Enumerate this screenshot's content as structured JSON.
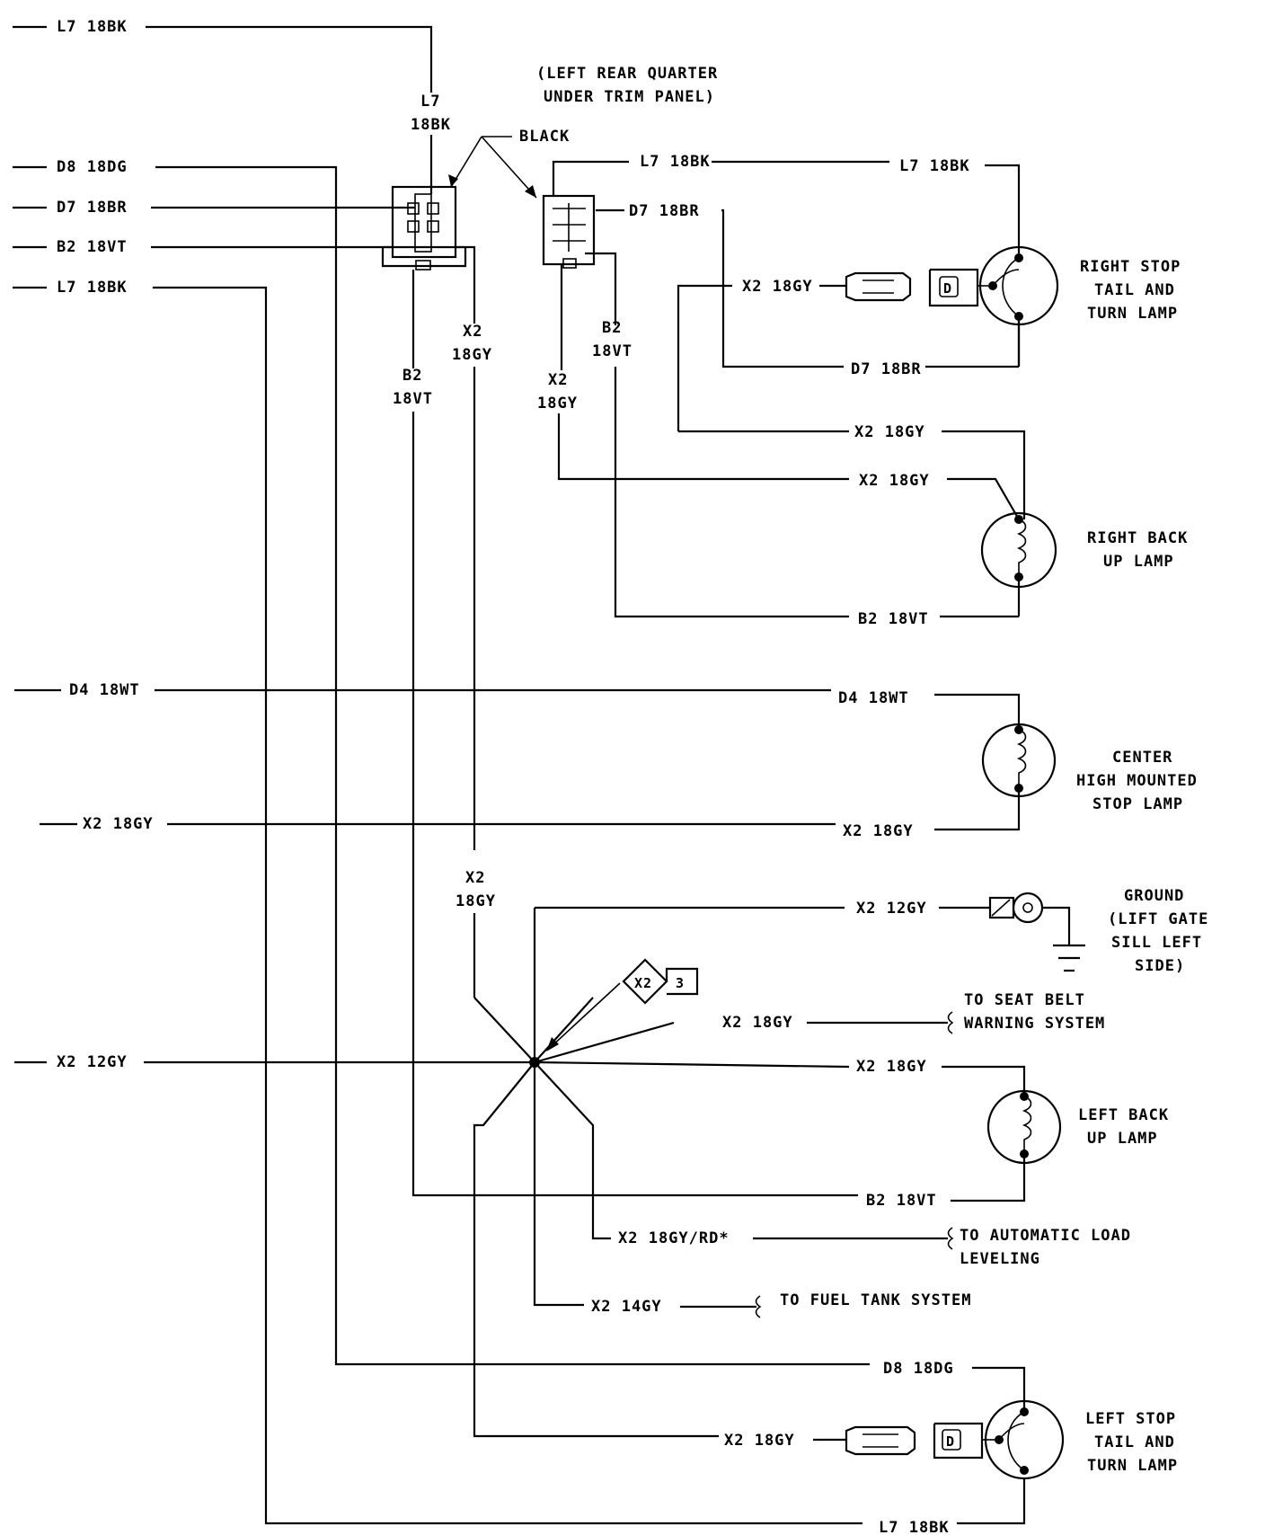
{
  "location_note": [
    "(LEFT REAR QUARTER",
    "UNDER TRIM PANEL)"
  ],
  "connector_color": "BLACK",
  "left_inputs": {
    "l7_top": "L7 18BK",
    "d8": "D8 18DG",
    "d7": "D7 18BR",
    "b2": "B2 18VT",
    "l7_bottom": "L7 18BK",
    "d4": "D4 18WT",
    "x2_gy": "X2 18GY",
    "x2_12gy": "X2 12GY"
  },
  "vertical_labels": {
    "l7": [
      "L7",
      "18BK"
    ],
    "b2_left": [
      "B2",
      "18VT"
    ],
    "x2_left": [
      "X2",
      "18GY"
    ],
    "x2_mid": [
      "X2",
      "18GY"
    ],
    "b2_right": [
      "B2",
      "18VT"
    ],
    "x2_splice": [
      "X2",
      "18GY"
    ]
  },
  "wire_labels": {
    "l7_conn": "L7 18BK",
    "l7_lamp": "L7 18BK",
    "d7_conn": "D7 18BR",
    "x2_rstop": "X2 18GY",
    "d7_lamp": "D7 18BR",
    "x2_a": "X2 18GY",
    "x2_b": "X2 18GY",
    "b2_rback": "B2 18VT",
    "d4_chmsl": "D4 18WT",
    "x2_chmsl": "X2 18GY",
    "x2_ground": "X2 12GY",
    "x2_seatbelt": "X2 18GY",
    "x2_lback": "X2 18GY",
    "b2_lback": "B2 18VT",
    "x2_load": "X2 18GY/RD*",
    "x2_fuel": "X2 14GY",
    "d8_lstop": "D8 18DG",
    "x2_lstop": "X2 18GY",
    "l7_lstop": "L7 18BK"
  },
  "components": {
    "right_stop": [
      "RIGHT STOP",
      "TAIL AND",
      "TURN LAMP"
    ],
    "right_backup": [
      "RIGHT BACK",
      "UP LAMP"
    ],
    "chmsl": [
      "CENTER",
      "HIGH MOUNTED",
      "STOP LAMP"
    ],
    "ground": [
      "GROUND",
      "(LIFT GATE",
      "SILL LEFT",
      "SIDE)"
    ],
    "left_backup": [
      "LEFT BACK",
      "UP LAMP"
    ],
    "left_stop": [
      "LEFT STOP",
      "TAIL AND",
      "TURN LAMP"
    ]
  },
  "destinations": {
    "seat_belt": [
      "TO SEAT BELT",
      "WARNING SYSTEM"
    ],
    "load_leveling": [
      "TO AUTOMATIC LOAD",
      "LEVELING"
    ],
    "fuel_tank": "TO FUEL TANK SYSTEM"
  },
  "splice": {
    "wire": "X2",
    "number": "3"
  }
}
